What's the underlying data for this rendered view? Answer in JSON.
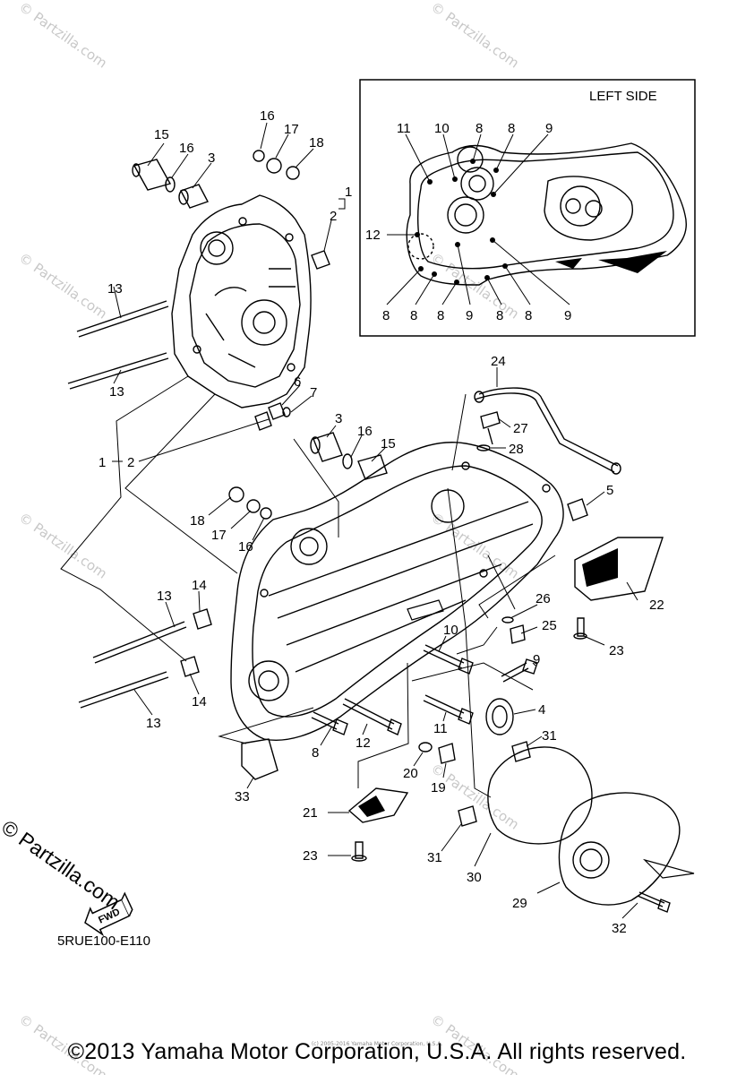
{
  "watermark_text": "© Partzilla.com",
  "side_mark": "© Partzilla.com",
  "inset": {
    "title": "LEFT SIDE"
  },
  "direction_badge": "FWD",
  "diagram_code": "5RUE100-E110",
  "copyright": "©2013 Yamaha Motor Corporation, U.S.A. All rights reserved.",
  "tiny_credit": "(c) 2005-2016 Yamaha Motor Corporation, U.S.A.",
  "callouts": {
    "c15a": "15",
    "c16a": "16",
    "c3a": "3",
    "c16b": "16",
    "c17a": "17",
    "c18a": "18",
    "c1a": "1",
    "c2a": "2",
    "c13a": "13",
    "c13b": "13",
    "c6": "6",
    "c7": "7",
    "c1b": "1",
    "c2b": "2",
    "c3b": "3",
    "c16c": "16",
    "c15b": "15",
    "c24": "24",
    "c27": "27",
    "c28": "28",
    "c5": "5",
    "c18b": "18",
    "c17b": "17",
    "c16d": "16",
    "c14a": "14",
    "c13c": "13",
    "c13d": "13",
    "c14b": "14",
    "c26": "26",
    "c22": "22",
    "c25": "25",
    "c23a": "23",
    "c10": "10",
    "c9": "9",
    "c4": "4",
    "c11": "11",
    "c12": "12",
    "c8": "8",
    "c31a": "31",
    "c20": "20",
    "c19": "19",
    "c33": "33",
    "c21": "21",
    "c23b": "23",
    "c31b": "31",
    "c30": "30",
    "c29": "29",
    "c32": "32",
    "i11": "11",
    "i10": "10",
    "i8a": "8",
    "i8b": "8",
    "i9a": "9",
    "i12": "12",
    "i8c": "8",
    "i8d": "8",
    "i8e": "8",
    "i9b": "9",
    "i8f": "8",
    "i8g": "8",
    "i9c": "9"
  }
}
